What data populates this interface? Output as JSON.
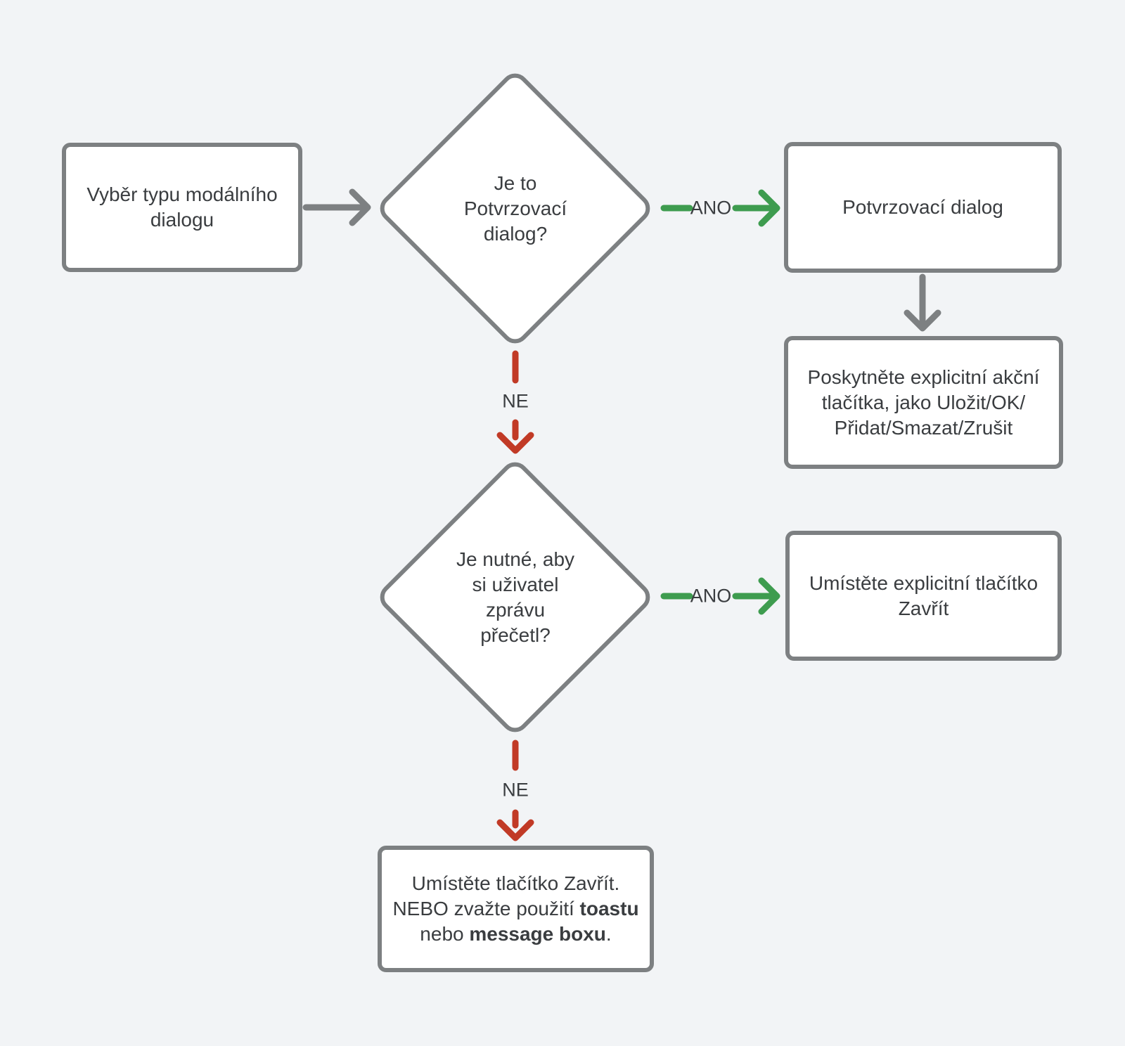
{
  "diagram": {
    "background": "#f2f4f6",
    "colors": {
      "background": "#f2f4f6",
      "fill": "#ffffff",
      "border": "#7d8082",
      "text": "#3a3d40",
      "yes": "#3e9c4f",
      "no": "#c13a26"
    },
    "edge_labels": {
      "yes": "ANO",
      "no": "NE"
    },
    "nodes": {
      "start": {
        "type": "process",
        "lines": [
          [
            "Vyběr typu modálního"
          ],
          [
            "dialogu"
          ]
        ]
      },
      "is_confirm": {
        "type": "decision",
        "lines": [
          [
            "Je to"
          ],
          [
            "Potvrzovací"
          ],
          [
            "dialog?"
          ]
        ]
      },
      "confirm_dialog": {
        "type": "process",
        "lines": [
          [
            "Potvrzovací dialog"
          ]
        ]
      },
      "explicit_actions": {
        "type": "process",
        "lines": [
          [
            "Poskytněte explicitní akční"
          ],
          [
            "tlačítka, jako Uložit/OK/"
          ],
          [
            "Přidat/Smazat/Zrušit"
          ]
        ]
      },
      "must_read": {
        "type": "decision",
        "lines": [
          [
            "Je nutné, aby"
          ],
          [
            "si uživatel"
          ],
          [
            "zprávu"
          ],
          [
            "přečetl?"
          ]
        ]
      },
      "explicit_close": {
        "type": "process",
        "lines": [
          [
            "Umístěte explicitní tlačítko"
          ],
          [
            "Zavřít"
          ]
        ]
      },
      "close_or_toast": {
        "type": "process",
        "lines": [
          [
            "Umístěte tlačítko Zavřít."
          ],
          [
            "NEBO zvažte použití ",
            {
              "b": "toastu"
            }
          ],
          [
            "nebo ",
            {
              "b": "message boxu"
            },
            "."
          ]
        ]
      }
    }
  }
}
